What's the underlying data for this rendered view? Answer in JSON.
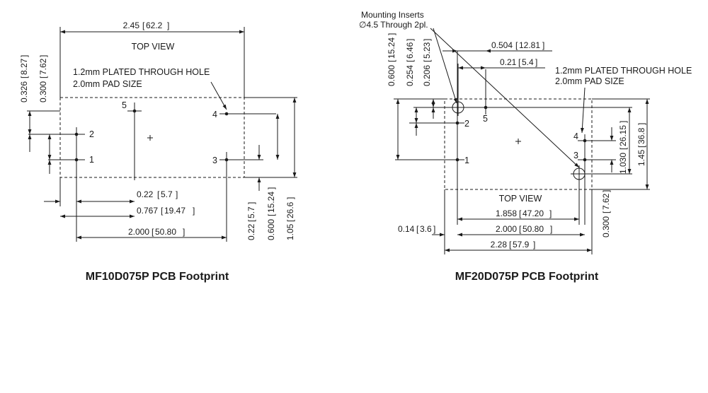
{
  "footprint1": {
    "caption": "MF10D075P PCB Footprint",
    "view_label": "TOP VIEW",
    "hole_note_line1": "1.2mm PLATED THROUGH HOLE",
    "hole_note_line2": "2.0mm PAD SIZE",
    "pins": [
      "1",
      "2",
      "3",
      "4",
      "5"
    ],
    "dims": {
      "width_in": "2.45",
      "width_mm": "62.2",
      "v326_in": "0.326",
      "v326_mm": "8.27",
      "v300_in": "0.300",
      "v300_mm": "7.62",
      "h022_in": "0.22",
      "h022_mm": "5.7",
      "h0767_in": "0.767",
      "h0767_mm": "19.47",
      "h2000_in": "2.000",
      "h2000_mm": "50.80",
      "v022_in": "0.22",
      "v022_mm": "5.7",
      "v0600_in": "0.600",
      "v0600_mm": "15.24",
      "v105_in": "1.05",
      "v105_mm": "26.6"
    }
  },
  "footprint2": {
    "caption": "MF20D075P PCB Footprint",
    "view_label": "TOP VIEW",
    "inserts_line1": "Mounting Inserts",
    "inserts_line2": "∅4.5 Through 2pl.",
    "hole_note_line1": "1.2mm PLATED THROUGH HOLE",
    "hole_note_line2": "2.0mm PAD SIZE",
    "pins": [
      "1",
      "2",
      "3",
      "4",
      "5"
    ],
    "dims": {
      "v0600_in": "0.600",
      "v0600_mm": "15.24",
      "v0254_in": "0.254",
      "v0254_mm": "6.46",
      "v0206_in": "0.206",
      "v0206_mm": "5.23",
      "h0504_in": "0.504",
      "h0504_mm": "12.81",
      "h021_in": "0.21",
      "h021_mm": "5.4",
      "v1030_in": "1.030",
      "v1030_mm": "26.15",
      "v145_in": "1.45",
      "v145_mm": "36.8",
      "v0300_in": "0.300",
      "v0300_mm": "7.62",
      "h1858_in": "1.858",
      "h1858_mm": "47.20",
      "h2000_in": "2.000",
      "h2000_mm": "50.80",
      "h228_in": "2.28",
      "h228_mm": "57.9",
      "h014_in": "0.14",
      "h014_mm": "3.6"
    }
  }
}
